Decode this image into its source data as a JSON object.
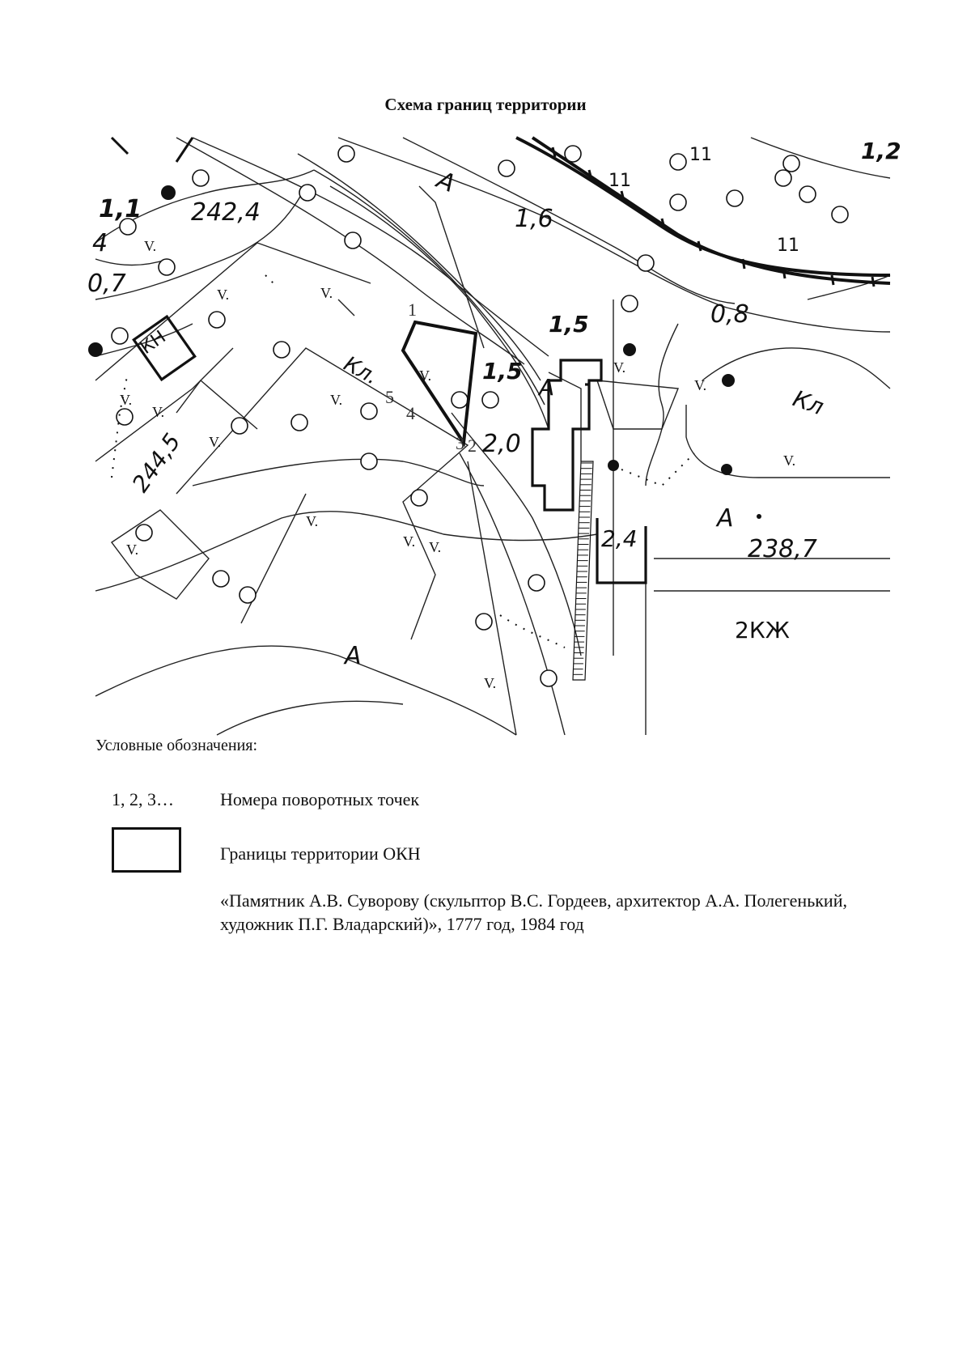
{
  "title": "Схема границ территории",
  "map": {
    "labels": {
      "contour_a_top": "А",
      "val_1_6": "1,6",
      "val_1_1": "1,1",
      "val_242_4": "242,4",
      "val_4": "4",
      "val_0_7": "0,7",
      "val_244_5": "244,5",
      "kl_left": "Кл.",
      "val_1_5_a": "1,5",
      "val_1_5_b": "1,5",
      "contour_a_mid": "А",
      "val_2_0": "2,0",
      "val_0_8": "0,8",
      "kl_right": "Кл",
      "val_2_4": "2,4",
      "contour_a_right": "А",
      "val_238_7": "238,7",
      "code_2kzh": "2КЖ",
      "contour_a_bottom": "А",
      "val_1_2": "1,2",
      "kn_box": "КН",
      "mark_11_a": "11",
      "mark_11_b": "11",
      "mark_11_c": "11"
    },
    "points": {
      "p1": "1",
      "p2": "2",
      "p3": "3",
      "p4": "4",
      "p5": "5"
    },
    "vegetation_mark": "V."
  },
  "legend": {
    "heading": "Условные обозначения:",
    "points_sample": "1, 2, 3…",
    "points_text": "Номера поворотных точек",
    "boundary_text": "Границы территории ОКН",
    "description": "«Памятник А.В. Суворову (скульптор В.С. Гордеев, архитектор А.А. Полегенький, художник П.Г. Владарский)», 1777 год, 1984 год"
  }
}
